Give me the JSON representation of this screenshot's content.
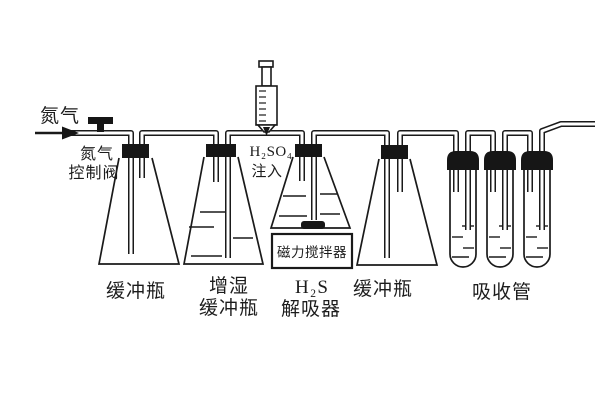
{
  "labels": {
    "nitrogen": "氮气",
    "valve_line1": "氮气",
    "valve_line2": "控制阀",
    "injection_line1": "H₂SO₄",
    "injection_line2": "注入",
    "stirrer": "磁力搅拌器",
    "flask1": "缓冲瓶",
    "flask2_line1": "增湿",
    "flask2_line2": "缓冲瓶",
    "flask3_line1": "H₂S",
    "flask3_line2": "解吸器",
    "flask4": "缓冲瓶",
    "absorber": "吸收管"
  },
  "colors": {
    "line": "#1a1a1a",
    "background": "#ffffff"
  }
}
